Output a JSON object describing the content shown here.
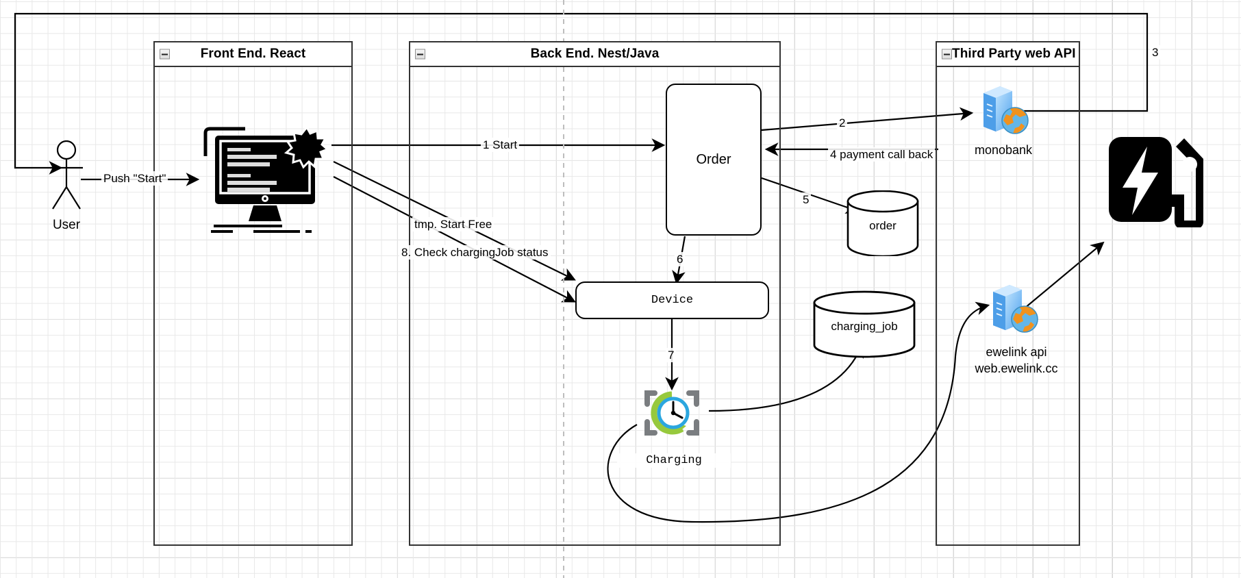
{
  "diagram": {
    "title": "EV charging flow sequence diagram",
    "background": "#ffffff",
    "grid_color": "#e8e8e8"
  },
  "pools": [
    {
      "id": "frontend",
      "label": "Front End. React",
      "title_align": "center"
    },
    {
      "id": "backend",
      "label": "Back End. Nest/Java",
      "title_align": "center"
    },
    {
      "id": "thirdparty",
      "label": "Third Party web API",
      "title_align": "left"
    }
  ],
  "nodes": {
    "user": {
      "label": "User",
      "type": "actor"
    },
    "frontend_app": {
      "label": "",
      "type": "monitor-gear-icon"
    },
    "order": {
      "label": "Order",
      "type": "process"
    },
    "device": {
      "label": "Device",
      "type": "process"
    },
    "charging": {
      "label": "Charging",
      "type": "scheduled-job"
    },
    "order_db": {
      "label": "order",
      "type": "database"
    },
    "charging_job_db": {
      "label": "charging_job",
      "type": "database"
    },
    "monobank": {
      "label": "monobank",
      "type": "web-server"
    },
    "ewelink": {
      "label": "ewelink api\nweb.ewelink.cc",
      "label_line1": "ewelink api",
      "label_line2": "web.ewelink.cc",
      "type": "web-server"
    },
    "charger": {
      "label": "",
      "type": "ev-charger-icon"
    }
  },
  "edges": [
    {
      "id": "e-push-start",
      "label": "Push \"Start\"",
      "from": "user",
      "to": "frontend_app"
    },
    {
      "id": "e1",
      "label": "1 Start",
      "from": "frontend_app",
      "to": "order"
    },
    {
      "id": "e-tmp",
      "label": "tmp. Start Free",
      "from": "frontend_app",
      "to": "device"
    },
    {
      "id": "e8",
      "label": "8. Check chargingJob status",
      "from": "frontend_app",
      "to": "device"
    },
    {
      "id": "e2",
      "label": "2",
      "from": "order",
      "to": "monobank"
    },
    {
      "id": "e3",
      "label": "3",
      "from": "monobank",
      "to": "user"
    },
    {
      "id": "e4",
      "label": "4 payment call back",
      "from": "monobank",
      "to": "order"
    },
    {
      "id": "e5",
      "label": "5",
      "from": "order",
      "to": "order_db"
    },
    {
      "id": "e6",
      "label": "6",
      "from": "order",
      "to": "device"
    },
    {
      "id": "e7",
      "label": "7",
      "from": "device",
      "to": "charging"
    },
    {
      "id": "e-job-db",
      "label": "",
      "from": "charging",
      "to": "charging_job_db"
    },
    {
      "id": "e-job-ewelink",
      "label": "",
      "from": "charging",
      "to": "ewelink"
    },
    {
      "id": "e-ewelink-charger",
      "label": "",
      "from": "ewelink",
      "to": "charger"
    }
  ],
  "colors": {
    "stroke": "#000000",
    "pool_border": "#333333",
    "server_blue_light": "#8fd0fb",
    "server_blue_dark": "#2f7fd4",
    "globe_orange": "#f0921e",
    "globe_blue": "#5eb3e4",
    "clock_blue": "#2ba6df",
    "clock_green": "#97c93d",
    "bracket_gray": "#7a7d80"
  }
}
